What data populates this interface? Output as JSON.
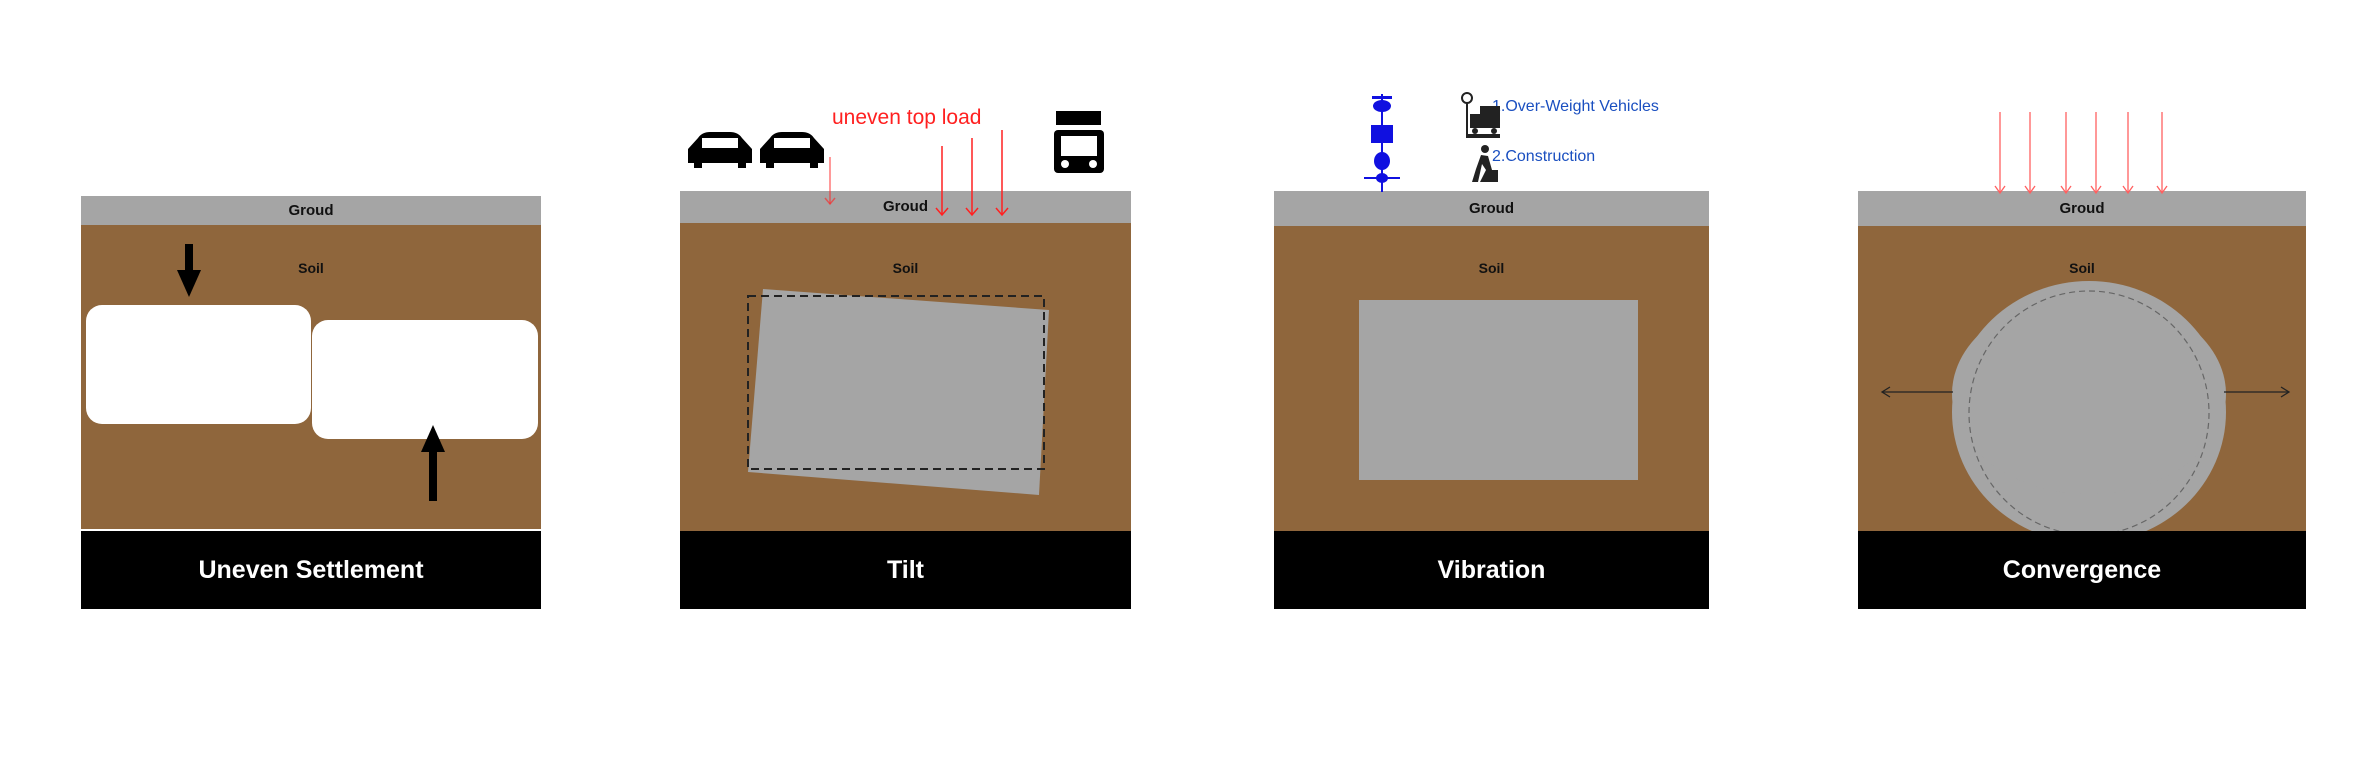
{
  "panels": [
    {
      "ground": "Groud",
      "soil": "Soil",
      "caption": "Uneven Settlement"
    },
    {
      "ground": "Groud",
      "soil": "Soil",
      "caption": "Tilt",
      "load_label": "uneven top load"
    },
    {
      "ground": "Groud",
      "soil": "Soil",
      "caption": "Vibration",
      "causes": [
        "1.Over-Weight Vehicles",
        "2.Construction"
      ]
    },
    {
      "ground": "Groud",
      "soil": "Soil",
      "caption": "Convergence"
    }
  ],
  "colors": {
    "ground": "#a5a5a5",
    "soil": "#8f663c",
    "load_arrow": "#ff2020",
    "cause_text": "#1a4fc0"
  }
}
